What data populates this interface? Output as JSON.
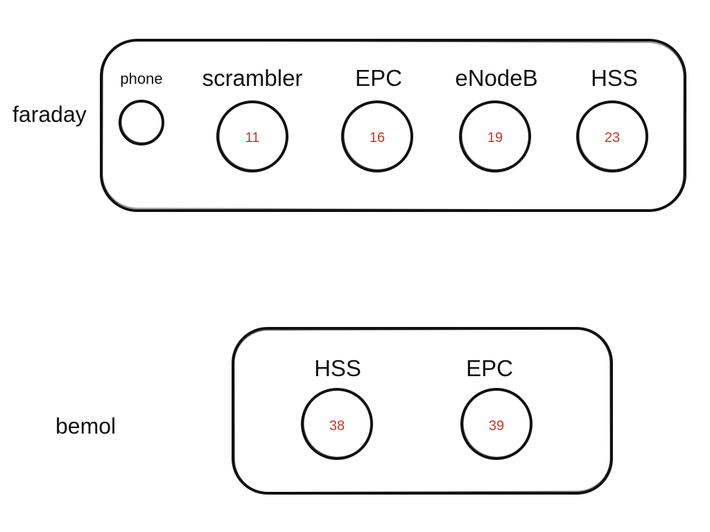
{
  "colors": {
    "outline": "#111111",
    "label": "#111111",
    "node_id": "#c0392b"
  },
  "hosts": [
    {
      "name": "faraday",
      "nodes": [
        {
          "label": "phone",
          "id": ""
        },
        {
          "label": "scrambler",
          "id": "11"
        },
        {
          "label": "EPC",
          "id": "16"
        },
        {
          "label": "eNodeB",
          "id": "19"
        },
        {
          "label": "HSS",
          "id": "23"
        }
      ]
    },
    {
      "name": "bemol",
      "nodes": [
        {
          "label": "HSS",
          "id": "38"
        },
        {
          "label": "EPC",
          "id": "39"
        }
      ]
    }
  ]
}
